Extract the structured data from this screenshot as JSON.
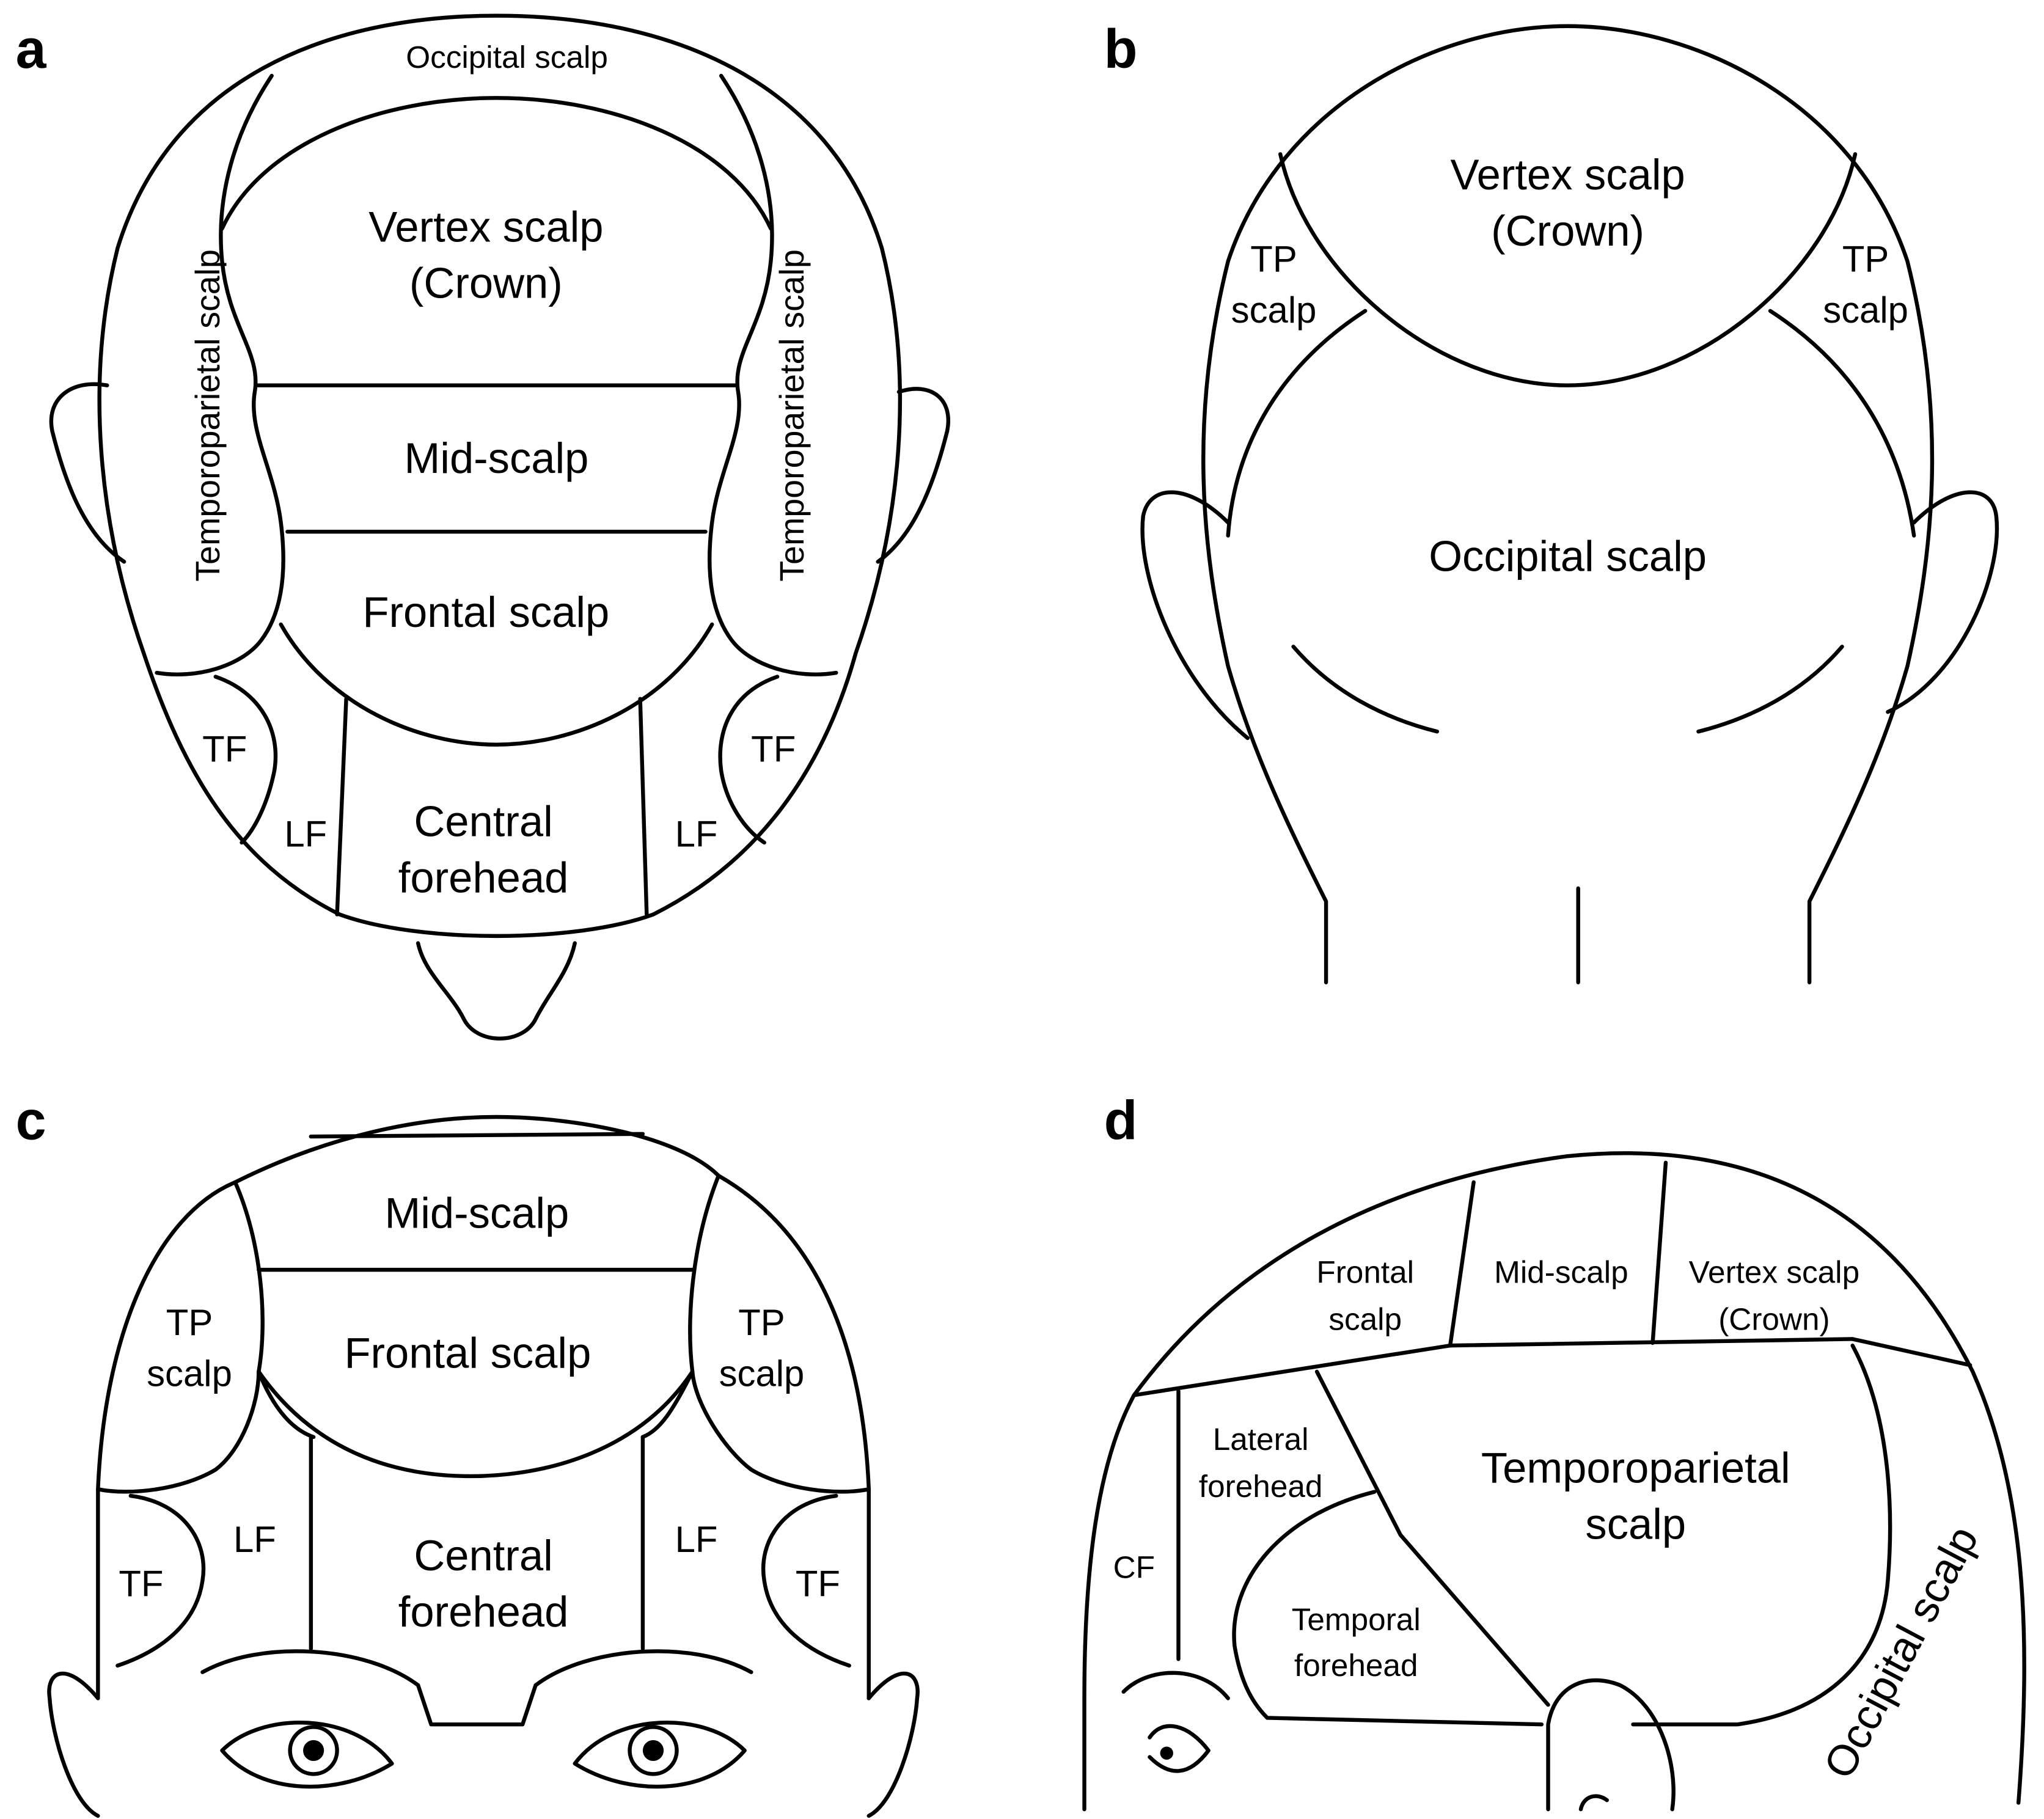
{
  "panels": {
    "a": {
      "letter": "a",
      "occipital": "Occipital scalp",
      "vertex_line1": "Vertex scalp",
      "vertex_line2": "(Crown)",
      "tp_left": "Temporoparietal scalp",
      "tp_right": "Temporoparietal scalp",
      "mid": "Mid-scalp",
      "frontal": "Frontal scalp",
      "tf_left": "TF",
      "tf_right": "TF",
      "lf_left": "LF",
      "lf_right": "LF",
      "central_line1": "Central",
      "central_line2": "forehead"
    },
    "b": {
      "letter": "b",
      "vertex_line1": "Vertex scalp",
      "vertex_line2": "(Crown)",
      "tp_left_line1": "TP",
      "tp_left_line2": "scalp",
      "tp_right_line1": "TP",
      "tp_right_line2": "scalp",
      "occipital": "Occipital scalp"
    },
    "c": {
      "letter": "c",
      "mid": "Mid-scalp",
      "frontal": "Frontal scalp",
      "tp_left_line1": "TP",
      "tp_left_line2": "scalp",
      "tp_right_line1": "TP",
      "tp_right_line2": "scalp",
      "lf_left": "LF",
      "lf_right": "LF",
      "tf_left": "TF",
      "tf_right": "TF",
      "central_line1": "Central",
      "central_line2": "forehead"
    },
    "d": {
      "letter": "d",
      "frontal_line1": "Frontal",
      "frontal_line2": "scalp",
      "mid": "Mid-scalp",
      "vertex_line1": "Vertex scalp",
      "vertex_line2": "(Crown)",
      "lateral_line1": "Lateral",
      "lateral_line2": "forehead",
      "tp_line1": "Temporoparietal",
      "tp_line2": "scalp",
      "cf": "CF",
      "temporal_line1": "Temporal",
      "temporal_line2": "forehead",
      "occipital": "Occipital scalp"
    }
  }
}
